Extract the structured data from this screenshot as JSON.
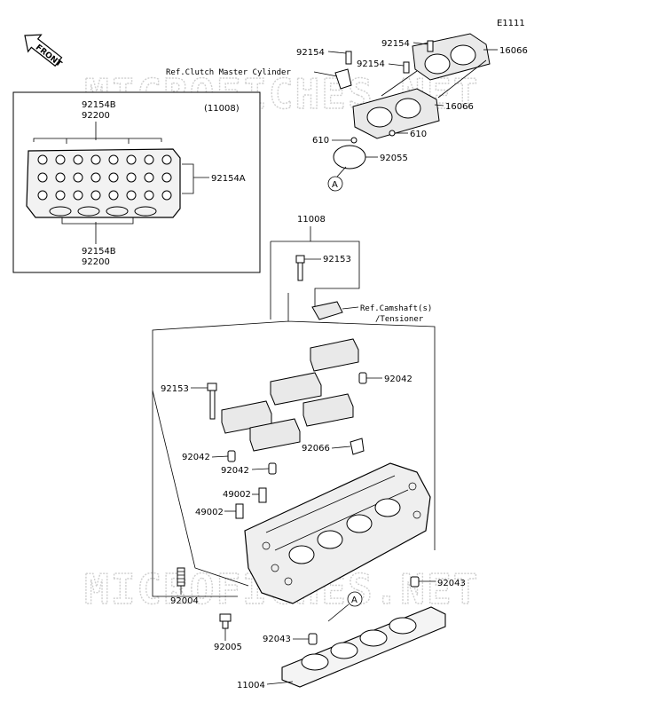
{
  "diagram_code": "E1111",
  "front_label": "FRONT",
  "watermark": "MICROFICHES.NET",
  "inset": {
    "group_label": "(11008)",
    "top_labels": [
      "92154B",
      "92200"
    ],
    "bottom_labels": [
      "92154B",
      "92200"
    ],
    "side_label": "92154A"
  },
  "ref_labels": {
    "clutch": "Ref.Clutch Master Cylinder",
    "camshaft_line1": "Ref.Camshaft(s)",
    "camshaft_line2": "/Tensioner"
  },
  "callout_A": "A",
  "parts": {
    "p92154_top_left": "92154",
    "p92154_top_right": "92154",
    "p92154_mid": "92154",
    "p16066_top": "16066",
    "p16066_mid": "16066",
    "p610_left": "610",
    "p610_right": "610",
    "p92055": "92055",
    "p11008": "11008",
    "p92153_top": "92153",
    "p92153_left": "92153",
    "p92042_right": "92042",
    "p92042_left": "92042",
    "p92042_mid": "92042",
    "p92066": "92066",
    "p49002_upper": "49002",
    "p49002_lower": "49002",
    "p92043_right": "92043",
    "p92043_bottom": "92043",
    "p92004": "92004",
    "p92005": "92005",
    "p11004": "11004"
  }
}
